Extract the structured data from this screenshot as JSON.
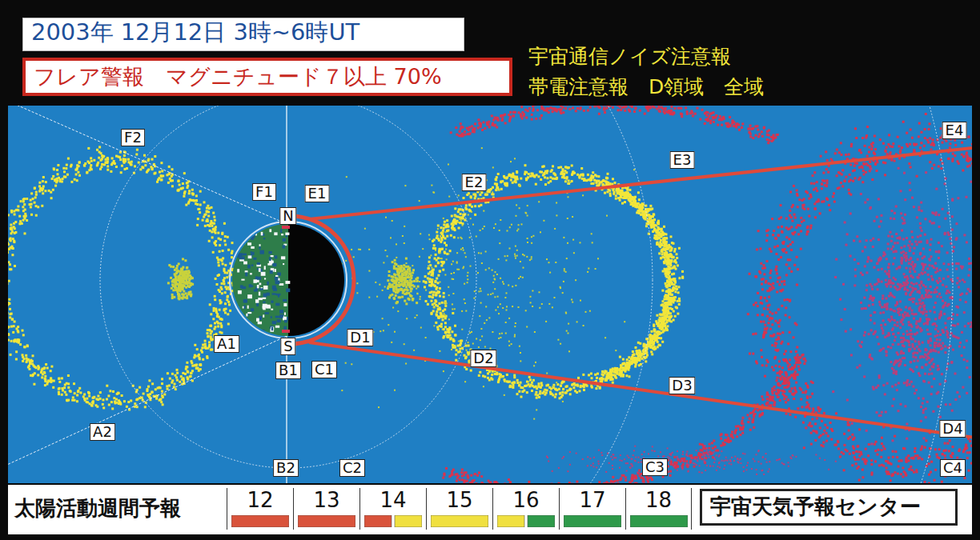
{
  "diagram": {
    "nodes": [
      {
        "text": [
          "2003年 12月12日 3時~6時UT"
        ]
      },
      {
        "text": [
          "フレア警報　マグニチュード７以上 70%"
        ]
      },
      {
        "text": [
          "F2"
        ]
      },
      {
        "text": [
          "F1"
        ]
      },
      {
        "text": [
          "E1"
        ]
      },
      {
        "text": [
          "N"
        ]
      },
      {
        "text": [
          "E2"
        ]
      },
      {
        "text": [
          "E3"
        ]
      },
      {
        "text": [
          "E4"
        ]
      },
      {
        "text": [
          "A1"
        ]
      },
      {
        "text": [
          "S"
        ]
      },
      {
        "text": [
          "D1"
        ]
      },
      {
        "text": [
          "D2"
        ]
      },
      {
        "text": [
          "B1"
        ]
      },
      {
        "text": [
          "C1"
        ]
      },
      {
        "text": [
          "A2"
        ]
      },
      {
        "text": [
          "D3"
        ]
      },
      {
        "text": [
          "D4"
        ]
      },
      {
        "text": [
          "B2"
        ]
      },
      {
        "text": [
          "C2"
        ]
      },
      {
        "text": [
          "C3"
        ]
      },
      {
        "text": [
          "C4"
        ]
      },
      {
        "text": [
          "12"
        ]
      },
      {
        "text": [
          "13"
        ]
      },
      {
        "text": [
          "14"
        ]
      },
      {
        "text": [
          "15"
        ]
      },
      {
        "text": [
          "16"
        ]
      },
      {
        "text": [
          "17"
        ]
      },
      {
        "text": [
          "18"
        ]
      },
      {
        "text": [
          "宇宙天気予報センター"
        ]
      }
    ],
    "labels": [
      "宇宙通信ノイズ注意報",
      "帯電注意報　D領域　全域",
      "太陽活動週間予報"
    ]
  }
}
